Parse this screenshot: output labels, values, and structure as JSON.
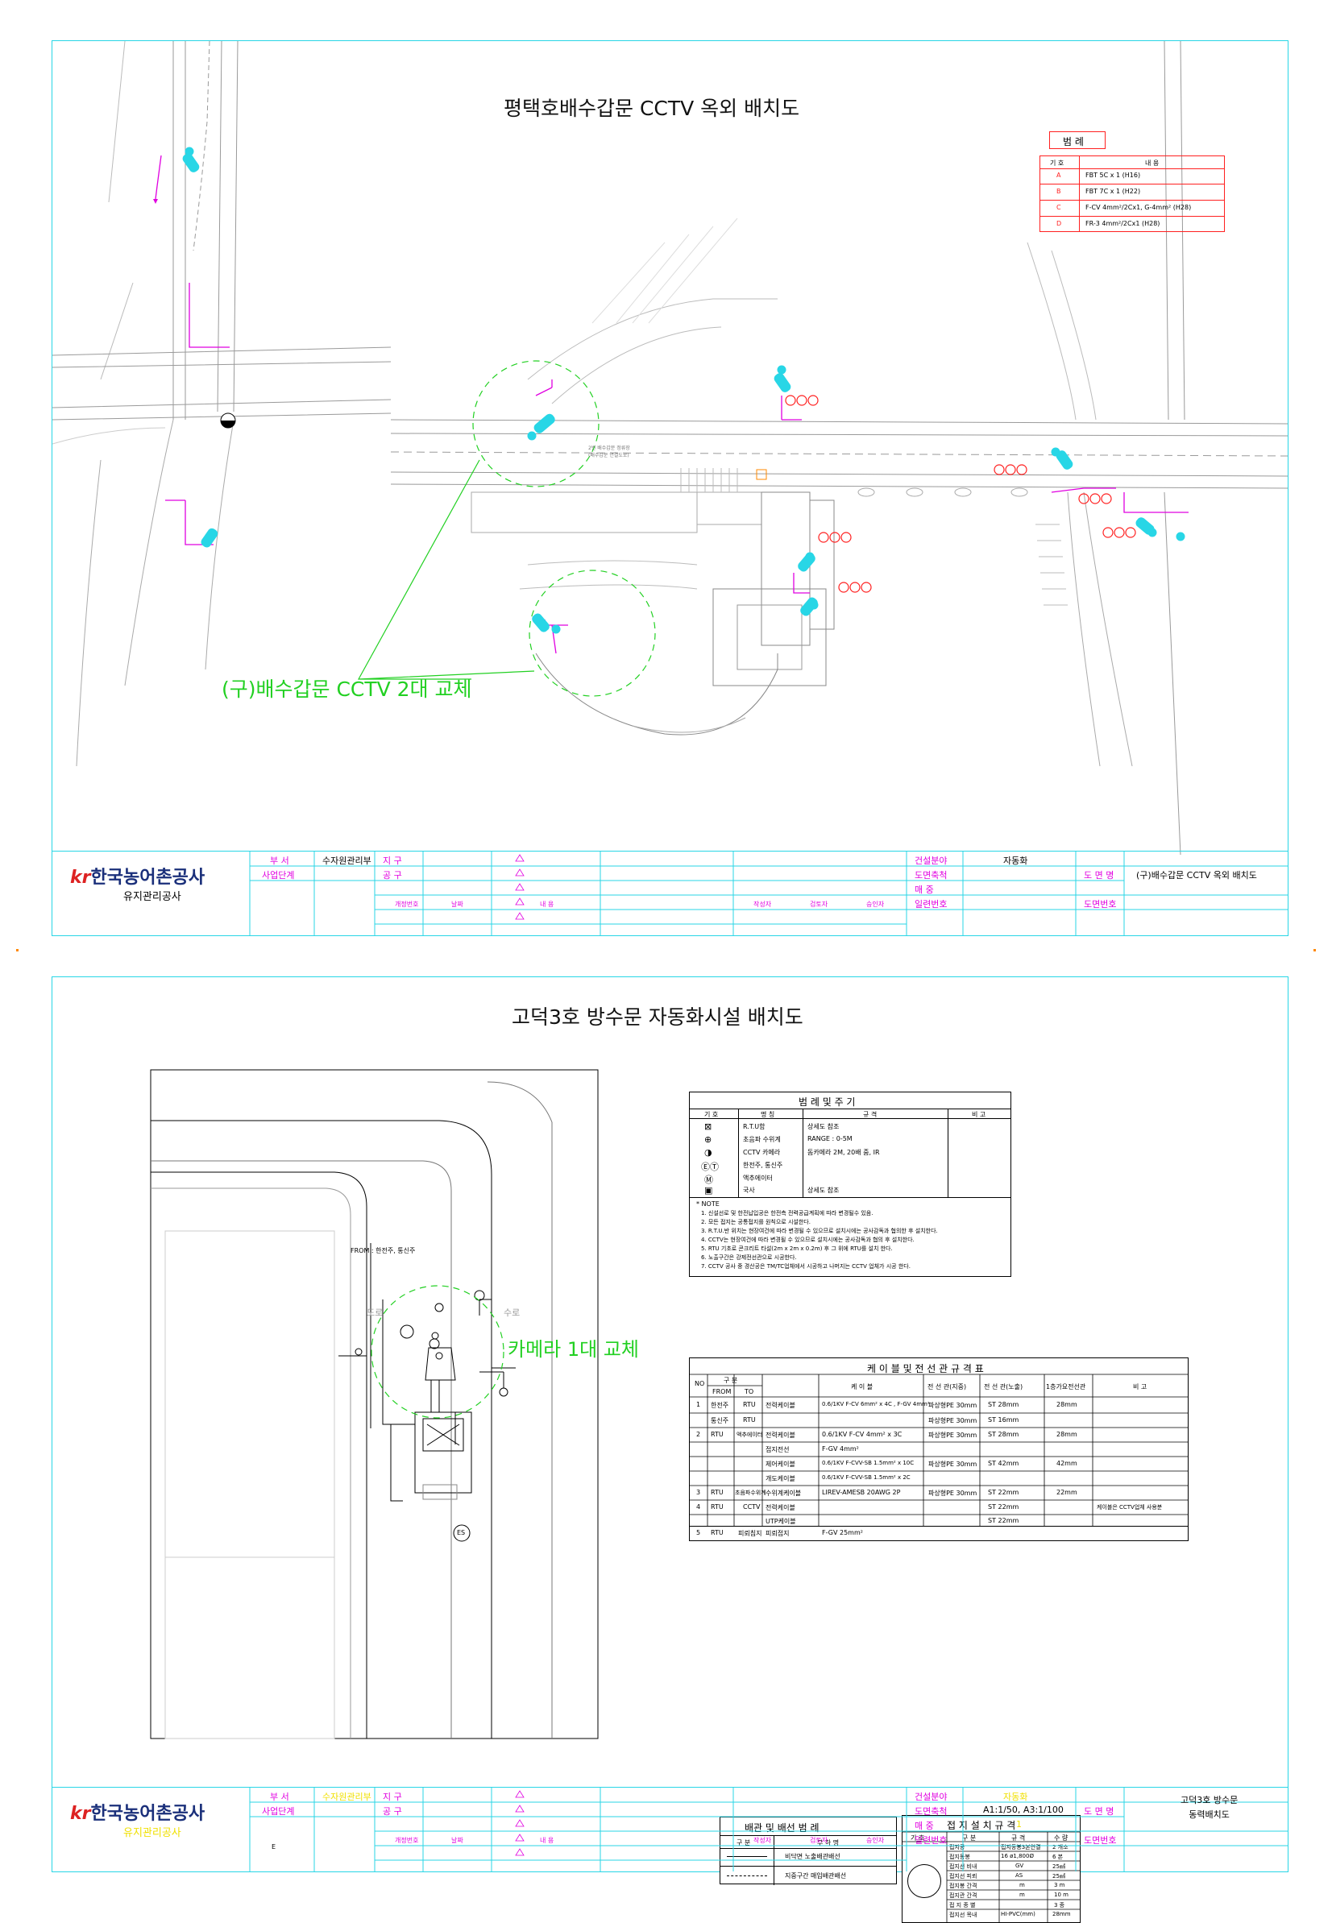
{
  "sheet1": {
    "title": "평택호배수갑문 CCTV 옥외 배치도",
    "legend": {
      "title": "범 례",
      "head": [
        "기 호",
        "내 용"
      ],
      "rows": [
        {
          "sym": "A",
          "text": "FBT 5C x 1 (H16)"
        },
        {
          "sym": "B",
          "text": "FBT 7C x 1 (H22)"
        },
        {
          "sym": "C",
          "text": "F-CV 4mm²/2Cx1, G-4mm² (H28)"
        },
        {
          "sym": "D",
          "text": "FR-3 4mm²/2Cx1 (H28)"
        }
      ]
    },
    "callout": "(구)배수갑문 CCTV 2대 교체",
    "annotation_road": "2번 배수갑문 정류장\n(배수갑문 연결도로)"
  },
  "sheet2": {
    "title": "고덕3호 방수문 자동화시설 배치도",
    "callout": "카메라 1대 교체",
    "plan": {
      "from_label": "FROM : 한전주, 통신주",
      "road": "도로",
      "waterway": "수로",
      "earth_label": "E",
      "es_label": "ES"
    },
    "legend_notes": {
      "title": "범 례 및 주 기",
      "head": [
        "기 호",
        "명 칭",
        "규 격",
        "비 고"
      ],
      "rows": [
        {
          "name": "R.T.U함",
          "spec": "상세도 참조"
        },
        {
          "name": "초음파 수위계",
          "spec": "RANGE : 0-5M"
        },
        {
          "name": "CCTV 카메라",
          "spec": "돔카메라 2M, 20배 줌, IR"
        },
        {
          "name": "한전주, 통신주",
          "spec": ""
        },
        {
          "name": "액추에이터",
          "spec": ""
        },
        {
          "name": "국사",
          "spec": "상세도 참조"
        }
      ],
      "note_title": "* NOTE",
      "notes": [
        "1. 신설선로 및 한전납입공은 한전측 전력공급계획에 따라 변경될수 있음.",
        "2. 모든 접지는 공통접지를 원칙으로 시설한다.",
        "3. R.T.U.반 위치는 현장여건에 따라 변경될 수 있으므로 설치시에는 공사감독과 협의한 후 설치한다.",
        "4. CCTV는 현장여건에 따라 변경될 수 있으므로 설치시에는 공사감독과 협의 후 설치한다.",
        "5. RTU 기초로 콘크리트 타설(2m x 2m x 0.2m) 후 그 위에 RTU를 설치 한다.",
        "6. 노출구간은 강제전선관으로 시공한다.",
        "7. CCTV 공사 중 경산공은 TM/TC업체에서 시공하고 나머지는 CCTV 업체가 시공 한다."
      ]
    },
    "cable_table": {
      "title": "케 이 블 및 전 선 관 규 격 표",
      "head": [
        "NO",
        "구 분",
        "FROM",
        "TO",
        "케 이 블",
        "전 선 관(지중)",
        "전 선 관(노출)",
        "1층가요전선관",
        "비 고"
      ],
      "rows": [
        {
          "no": "1",
          "from": "한전주",
          "to": "RTU",
          "kind": "전력케이블",
          "cable": "0.6/1KV F-CV 6mm² x 4C , F-GV 4mm²",
          "under": "파상형PE 30mm",
          "expo": "ST 28mm",
          "flex": "28mm",
          "note": ""
        },
        {
          "no": "",
          "from": "통신주",
          "to": "RTU",
          "kind": "",
          "cable": "",
          "under": "파상형PE 30mm",
          "expo": "ST 16mm",
          "flex": "",
          "note": ""
        },
        {
          "no": "2",
          "from": "RTU",
          "to": "액추에이터",
          "kind": "전력케이블",
          "cable": "0.6/1KV F-CV 4mm² x 3C",
          "under": "파상형PE 30mm",
          "expo": "ST 28mm",
          "flex": "28mm",
          "note": ""
        },
        {
          "no": "",
          "from": "",
          "to": "",
          "kind": "접지전선",
          "cable": "F-GV 4mm²",
          "under": "",
          "expo": "",
          "flex": "",
          "note": ""
        },
        {
          "no": "",
          "from": "",
          "to": "",
          "kind": "제어케이블",
          "cable": "0.6/1KV F-CVV-SB 1.5mm² x 10C",
          "under": "파상형PE 30mm",
          "expo": "ST 42mm",
          "flex": "42mm",
          "note": ""
        },
        {
          "no": "",
          "from": "",
          "to": "",
          "kind": "개도케이블",
          "cable": "0.6/1KV F-CVV-SB 1.5mm² x 2C",
          "under": "",
          "expo": "",
          "flex": "",
          "note": ""
        },
        {
          "no": "3",
          "from": "RTU",
          "to": "초음파수위계",
          "kind": "수위계케이블",
          "cable": "LIREV-AMESB 20AWG 2P",
          "under": "파상형PE 30mm",
          "expo": "ST 22mm",
          "flex": "22mm",
          "note": ""
        },
        {
          "no": "4",
          "from": "RTU",
          "to": "CCTV",
          "kind": "전력케이블",
          "cable": "",
          "under": "",
          "expo": "ST 22mm",
          "flex": "",
          "note": "케이블은 CCTV업체 사용분"
        },
        {
          "no": "",
          "from": "",
          "to": "",
          "kind": "UTP케이블",
          "cable": "",
          "under": "",
          "expo": "ST 22mm",
          "flex": "",
          "note": ""
        },
        {
          "no": "5",
          "from": "RTU",
          "to": "피뢰침지",
          "kind": "피뢰접지",
          "cable": "F-GV 25mm²",
          "under": "",
          "expo": "",
          "flex": "",
          "note": ""
        }
      ]
    },
    "wiring_legend": {
      "title": "배관 및 배선 범 례",
      "head": [
        "구 분",
        "부 하 명"
      ],
      "rows": [
        "비닥면 노출배관배선",
        "지중구간 매입배관배선"
      ]
    },
    "ground_table": {
      "title": "접 지 설 치 규 격",
      "head": [
        "기 호",
        "구 분",
        "규 격",
        "수 량"
      ],
      "rows": [
        {
          "k": "접지공",
          "s": "접지동봉3본연결",
          "q": "2 개소"
        },
        {
          "k": "접지동봉",
          "s": "16 ø1,800Ø",
          "q": "6 본"
        },
        {
          "k": "접지선 비내",
          "s": "GV",
          "q": "25㎟"
        },
        {
          "k": "접지선 피뢰",
          "s": "AS",
          "q": "25㎟"
        },
        {
          "k": "접지봉 간격",
          "s": "m",
          "q": "3 m"
        },
        {
          "k": "접지관 간격",
          "s": "m",
          "q": "10 m"
        },
        {
          "k": "접 지 종 별",
          "s": "",
          "q": "3 종"
        },
        {
          "k": "접지선 목내",
          "s": "HI-PVC(mm)",
          "q": "28mm"
        }
      ]
    }
  },
  "titleblock1": {
    "org": "한국농어촌공사",
    "org_sub": "유지관리공사",
    "dept_label": "부 서",
    "dept": "수자원관리부",
    "district_label": "지 구",
    "stage_label": "사업단계",
    "work_label": "공 구",
    "field_label": "건설분야",
    "field": "자동화",
    "scale_label": "도면축척",
    "sheet_label": "매 중",
    "serial_label": "일련번호",
    "dwg_name_label": "도 면 명",
    "dwg_name": "(구)배수갑문 CCTV 옥외 배치도",
    "dwg_no_label": "도면번호",
    "footer": [
      "개정번호",
      "날짜",
      "내 용",
      "작성자",
      "검토자",
      "승인자"
    ]
  },
  "titleblock2": {
    "org": "한국농어촌공사",
    "org_sub": "유지관리공사",
    "dept_label": "부 서",
    "dept": "수자원관리부",
    "district_label": "지 구",
    "stage_label": "사업단계",
    "work_label": "공 구",
    "field_label": "건설분야",
    "field": "자동화",
    "scale_label": "도면축척",
    "scale": "A1:1/50, A3:1/100",
    "sheet_label": "매 중",
    "sheet": "1",
    "serial_label": "일련번호",
    "dwg_name_label": "도 면 명",
    "dwg_name": "고덕3호 방수문\n동력배치도",
    "dwg_no_label": "도면번호",
    "footer": [
      "개정번호",
      "날짜",
      "내 용",
      "작성자",
      "검토자",
      "승인자"
    ]
  },
  "colors": {
    "frame": "#28d6e6",
    "callout": "#22d022",
    "magenta": "#e000e0",
    "camera": "#28d6e6",
    "legend_red": "#ff2020"
  }
}
